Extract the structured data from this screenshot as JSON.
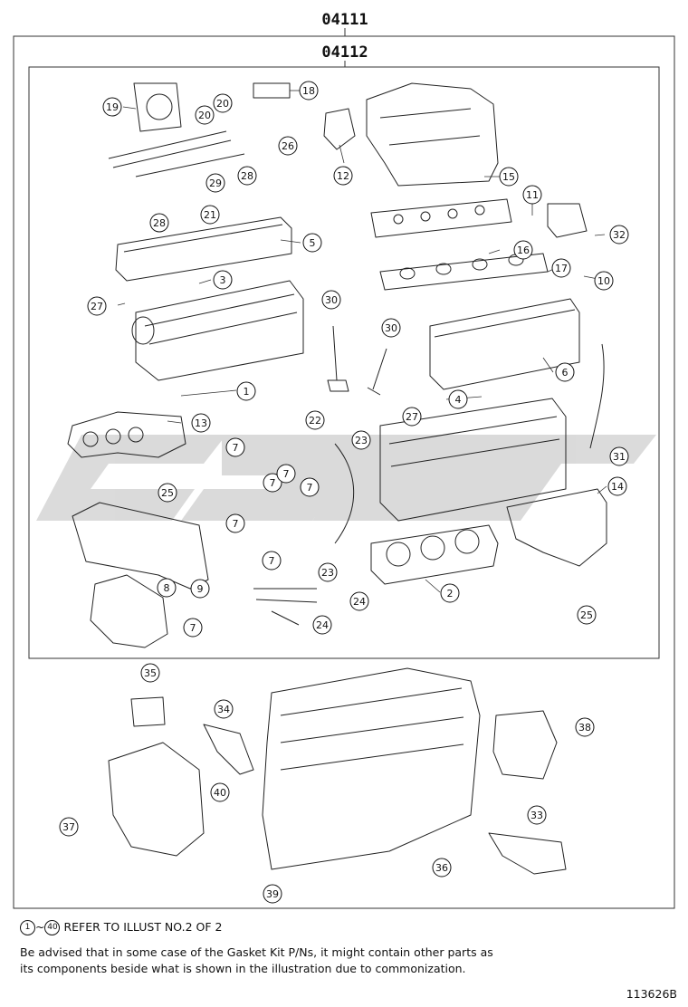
{
  "part_numbers": {
    "outer": "04111",
    "inner": "04112"
  },
  "callouts": [
    {
      "n": "1"
    },
    {
      "n": "2"
    },
    {
      "n": "3"
    },
    {
      "n": "4"
    },
    {
      "n": "5"
    },
    {
      "n": "6"
    },
    {
      "n": "7"
    },
    {
      "n": "7"
    },
    {
      "n": "7"
    },
    {
      "n": "7"
    },
    {
      "n": "7"
    },
    {
      "n": "7"
    },
    {
      "n": "7"
    },
    {
      "n": "8"
    },
    {
      "n": "9"
    },
    {
      "n": "10"
    },
    {
      "n": "11"
    },
    {
      "n": "12"
    },
    {
      "n": "13"
    },
    {
      "n": "14"
    },
    {
      "n": "15"
    },
    {
      "n": "16"
    },
    {
      "n": "17"
    },
    {
      "n": "18"
    },
    {
      "n": "19"
    },
    {
      "n": "20"
    },
    {
      "n": "20"
    },
    {
      "n": "21"
    },
    {
      "n": "22"
    },
    {
      "n": "23"
    },
    {
      "n": "23"
    },
    {
      "n": "24"
    },
    {
      "n": "24"
    },
    {
      "n": "25"
    },
    {
      "n": "25"
    },
    {
      "n": "26"
    },
    {
      "n": "27"
    },
    {
      "n": "27"
    },
    {
      "n": "28"
    },
    {
      "n": "28"
    },
    {
      "n": "29"
    },
    {
      "n": "30"
    },
    {
      "n": "30"
    },
    {
      "n": "31"
    },
    {
      "n": "32"
    },
    {
      "n": "33"
    },
    {
      "n": "34"
    },
    {
      "n": "35"
    },
    {
      "n": "36"
    },
    {
      "n": "37"
    },
    {
      "n": "38"
    },
    {
      "n": "39"
    },
    {
      "n": "40"
    }
  ],
  "notes": {
    "refer_from": "1",
    "refer_tilde": "~",
    "refer_to": "40",
    "refer_text": "REFER TO ILLUST NO.2 OF 2",
    "advisory_line1": "Be advised that in some case of the Gasket Kit P/Ns,  it might contain other parts as",
    "advisory_line2": "its components beside what is shown in the illustration due to commonization."
  },
  "illustration_id": "113626B"
}
